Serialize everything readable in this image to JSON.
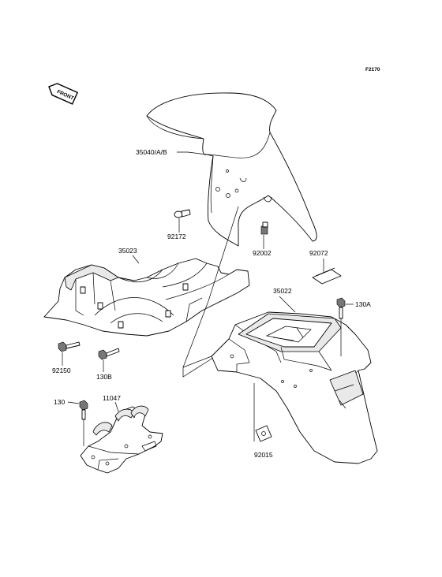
{
  "diagram_code": "F2170",
  "front_marker": "FRONT",
  "labels": {
    "front_fender": "35040/A/B",
    "clip_92172": "92172",
    "bolt_92002": "92002",
    "inner_fender": "35023",
    "strap_92072": "92072",
    "rear_fender": "35022",
    "bolt_130A": "130A",
    "bolt_92150": "92150",
    "bolt_130B": "130B",
    "bolt_130": "130",
    "bracket_11047": "11047",
    "damper_92015": "92015"
  }
}
